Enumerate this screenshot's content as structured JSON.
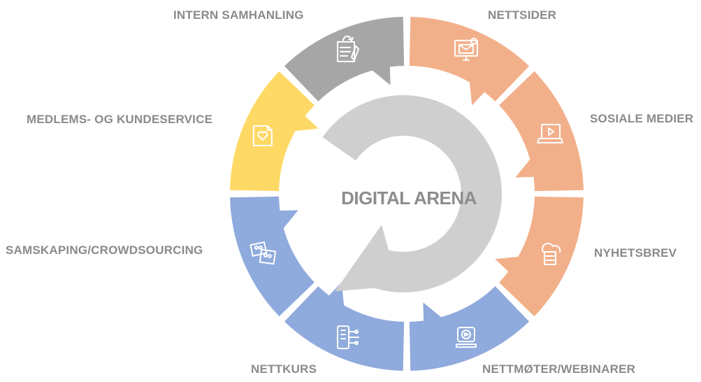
{
  "center": {
    "title": "DIGITAL ARENA"
  },
  "segments": [
    {
      "label": "NETTSIDER",
      "icon": "monitor-email-icon",
      "color": "#f2b08a"
    },
    {
      "label": "SOSIALE MEDIER",
      "icon": "video-screen-icon",
      "color": "#f2b08a"
    },
    {
      "label": "NYHETSBREV",
      "icon": "cloud-server-icon",
      "color": "#f2b08a"
    },
    {
      "label": "NETTMØTER/WEBINARER",
      "icon": "webcam-icon",
      "color": "#8faadc"
    },
    {
      "label": "NETTKURS",
      "icon": "mobile-network-icon",
      "color": "#8faadc"
    },
    {
      "label": "SAMSKAPING/CROWDSOURCING",
      "icon": "ideas-icon",
      "color": "#8faadc"
    },
    {
      "label": "MEDLEMS- OG KUNDESERVICE",
      "icon": "heart-folder-icon",
      "color": "#ffd966"
    },
    {
      "label": "INTERN SAMHANLING",
      "icon": "document-share-icon",
      "color": "#a6a6a6"
    }
  ],
  "colors": {
    "cycle_arrow": "#d0cfcf",
    "label_text": "#8a8a8a"
  }
}
